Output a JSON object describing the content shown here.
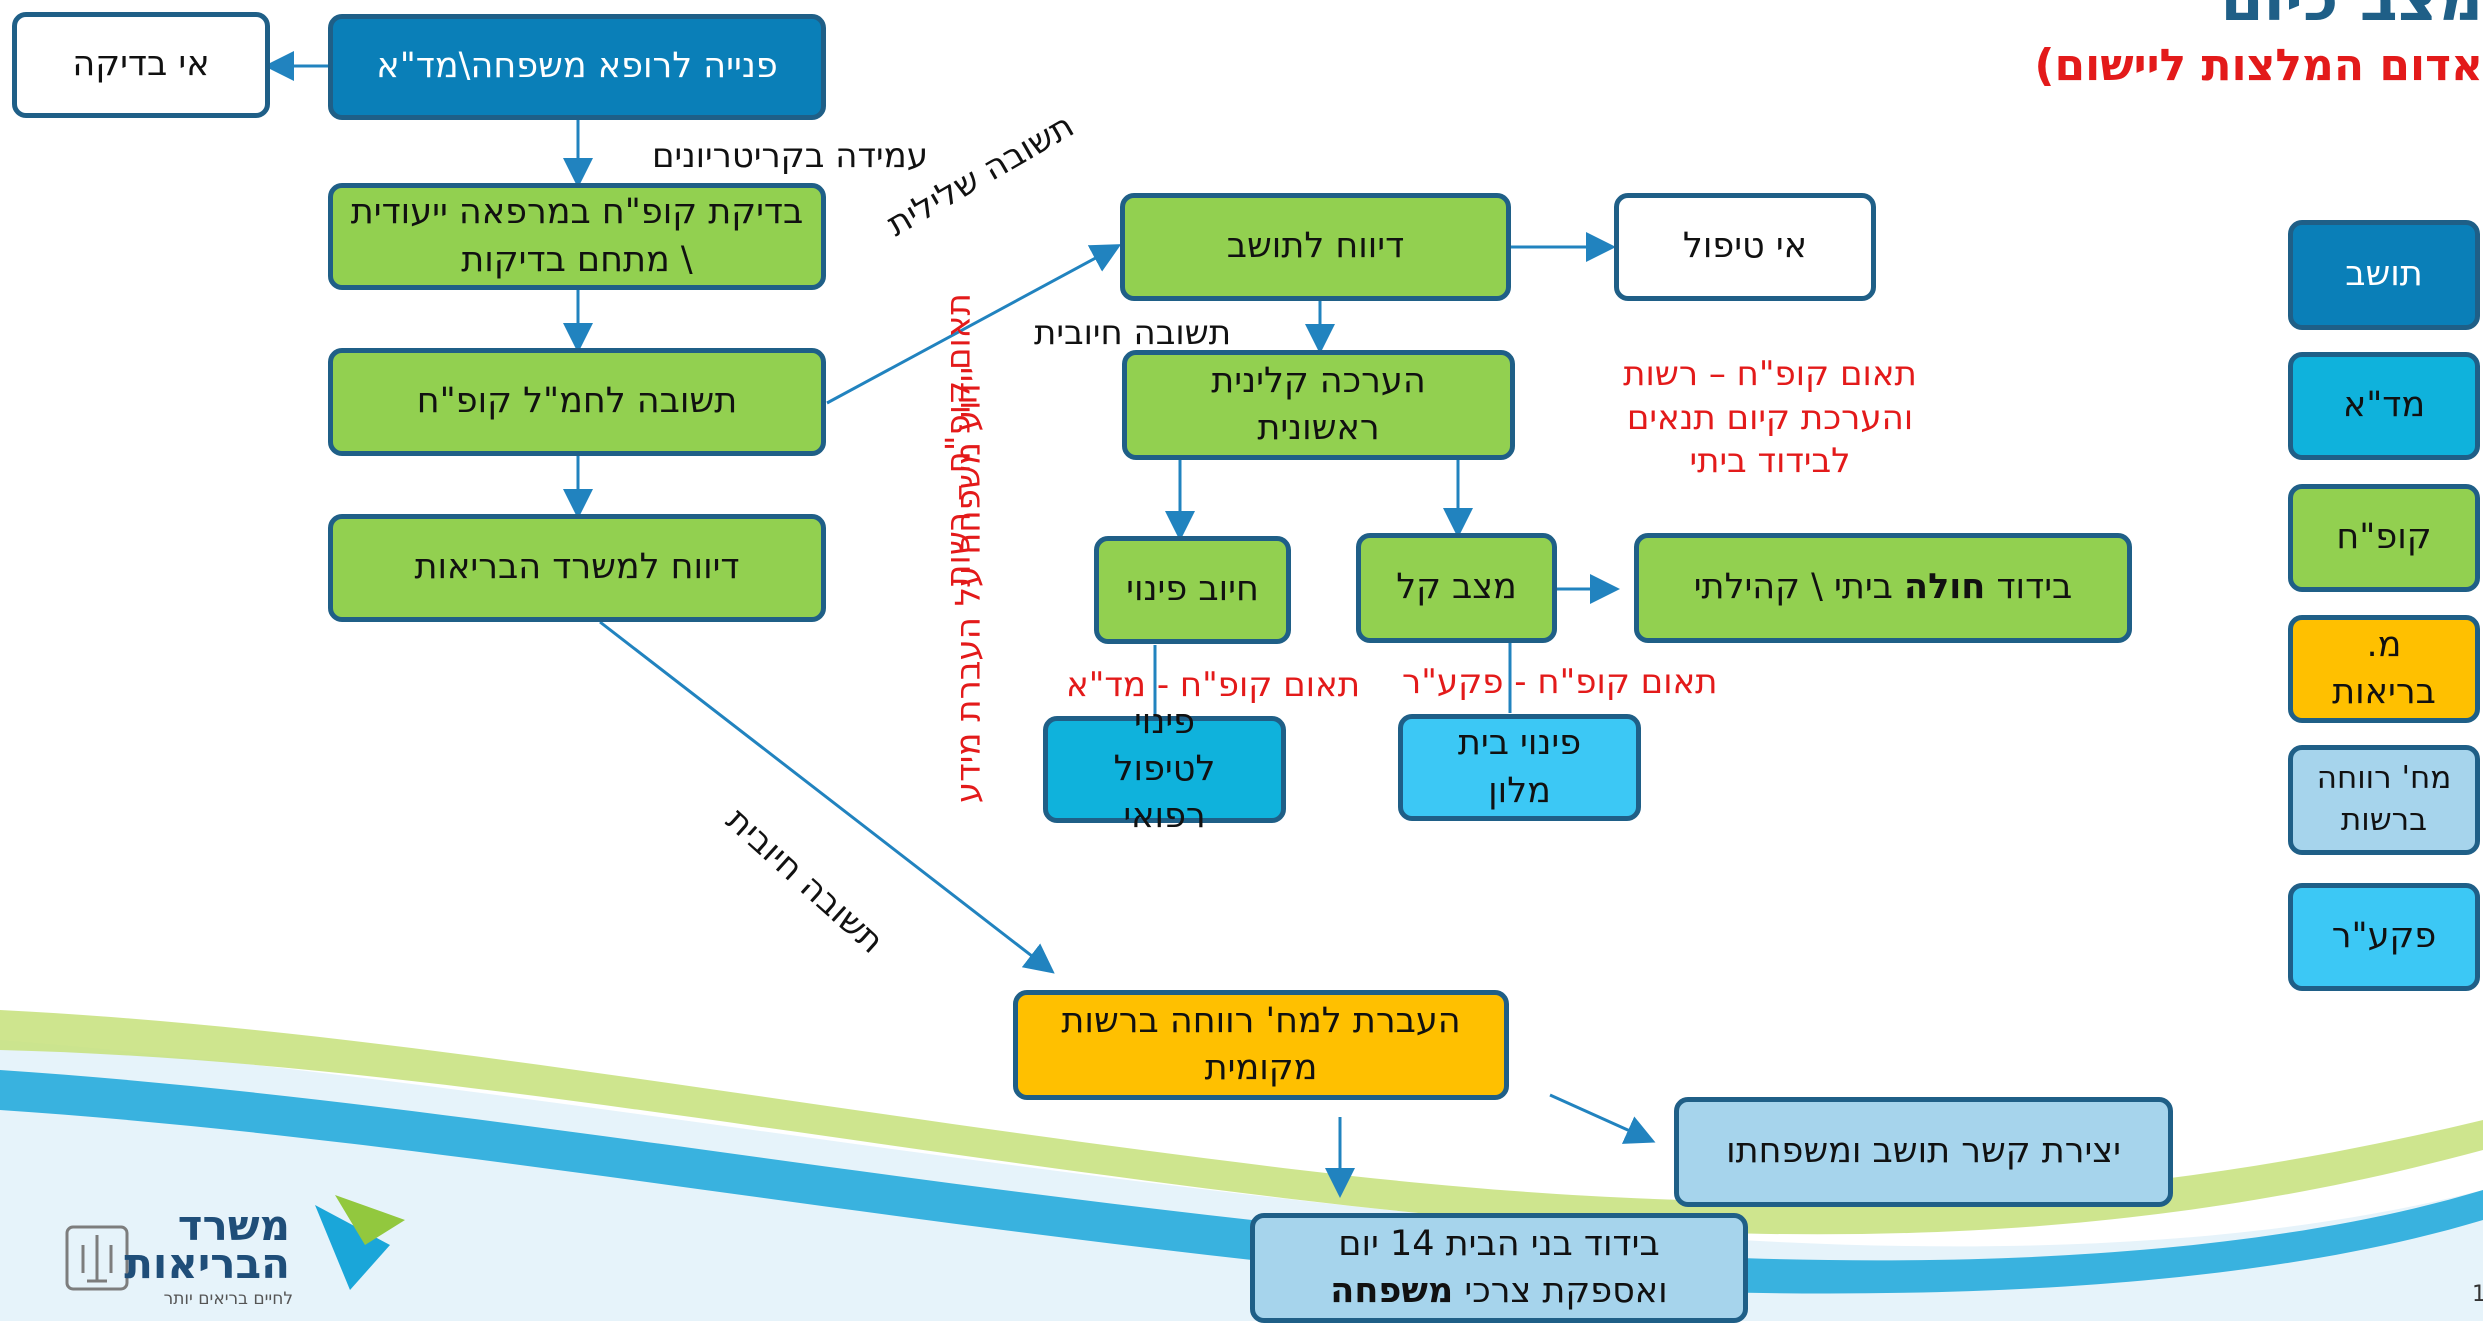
{
  "header": {
    "title": "מצב כיום",
    "subtitle": "אדום המלצות ליישום)"
  },
  "legend": [
    {
      "label": "תושב",
      "color": "#0a7fb8"
    },
    {
      "label": "מד\"א",
      "color": "#0fb2dc"
    },
    {
      "label": "קופ\"ח",
      "color": "#92d050"
    },
    {
      "label": "מ. בריאות",
      "color": "#ffc000"
    },
    {
      "label": "מח' רווחה ברשות",
      "color": "#a6d4ec"
    },
    {
      "label": "פקע\"ר",
      "color": "#3cc8f5"
    }
  ],
  "nodes": {
    "referral": "פנייה לרופא משפחה\\מד\"א",
    "no_test": "אי בדיקה",
    "hmo_test": "בדיקת קופ\"ח במרפאה ייעודית \\ מתחם בדיקות",
    "lab_answer": "תשובה לחמ\"ל קופ\"ח",
    "report_moh": "דיווח למשרד הבריאות",
    "report_resident": "דיווח לתושב",
    "no_treatment": "אי טיפול",
    "clinical_eval": "הערכה קלינית ראשונית",
    "evac_required": "חיוב פינוי",
    "mild": "מצב קל",
    "home_isolation_pre": "בידוד ",
    "home_isolation_bold": "חולה",
    "home_isolation_post": " ביתי \\ קהילתי",
    "evac_medical": "פינוי לטיפול רפואי",
    "evac_hotel": "פינוי בית מלון",
    "welfare_transfer": "העברת למח' רווחה ברשות מקומית",
    "contact_family": "יצירת קשר תושב ומשפחתו",
    "family_isolation_l1": "בידוד בני הבית 14 יום",
    "family_isolation_l2_pre": "ואספקת צרכי ",
    "family_isolation_l2_bold": "משפחה"
  },
  "labels": {
    "meets_criteria": "עמידה בקריטריונים",
    "negative": "תשובה שלילית",
    "positive_1": "תשובה חיובית",
    "positive_2": "תשובה חיובית",
    "coord_hmo_mda": "תאום קופ\"ח - מד\"א",
    "coord_hmo_pkar": "תאום קופ\"ח - פקע\"ר",
    "coord_authority": "תאום קופ\"ח – רשות והערכת קיום תנאים לבידוד ביתי",
    "vertical_red_1": "תאום קופ\"ח – רשות",
    "vertical_red_2": "יידוע משפחה על העברת מידע"
  },
  "logo": {
    "line1": "משרד",
    "line2": "הבריאות",
    "tagline": "לחיים בריאים יותר"
  },
  "page_number": "1"
}
